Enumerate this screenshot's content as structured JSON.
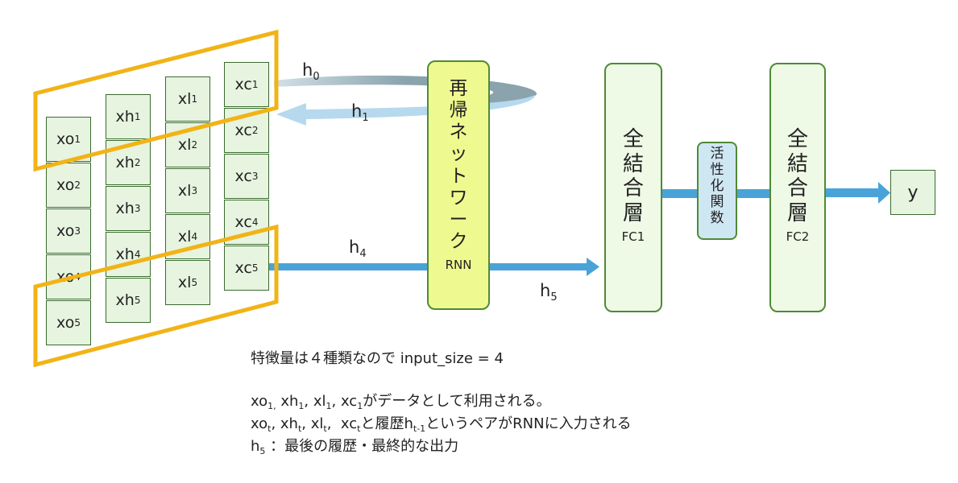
{
  "columns": {
    "xo": [
      "xo1",
      "xo2",
      "xo3",
      "xo4",
      "xo5"
    ],
    "xh": [
      "xh1",
      "xh2",
      "xh3",
      "xh4",
      "xh5"
    ],
    "xl": [
      "xl1",
      "xl2",
      "xl3",
      "xl4",
      "xl5"
    ],
    "xc": [
      "xc1",
      "xc2",
      "xc3",
      "xc4",
      "xc5"
    ]
  },
  "hidden_labels": {
    "h0": "h0",
    "h1": "h1",
    "h4": "h4",
    "h5": "h5"
  },
  "rnn": {
    "title_chars": [
      "再",
      "帰",
      "ネ",
      "ッ",
      "ト",
      "ワ",
      "ー",
      "ク"
    ],
    "sub": "RNN"
  },
  "fc1": {
    "title_chars": [
      "全",
      "結",
      "合",
      "層"
    ],
    "sub": "FC1"
  },
  "activation": {
    "chars": [
      "活",
      "性",
      "化",
      "関",
      "数"
    ]
  },
  "fc2": {
    "title_chars": [
      "全",
      "結",
      "合",
      "層"
    ],
    "sub": "FC2"
  },
  "output": {
    "label": "y"
  },
  "notes": {
    "line1": "特徴量は４種類なので input_size = 4",
    "line2_tail": "がデータとして利用される。",
    "line3_mid": "と履歴",
    "line3_tail": "というペアがRNNに入力される",
    "line4_tail": "：最後の履歴・最終的な出力"
  },
  "colors": {
    "cell_fill": "#e6f4e0",
    "cell_border": "#3a6b2e",
    "highlight": "#f2b316",
    "rnn_fill": "#eef98f",
    "fc_fill": "#eefae6",
    "activation_fill": "#cfe6f3",
    "arrow_blue": "#4aa3d8",
    "loop_gray": "#8aa3ad",
    "loop_light": "#b6d9ee"
  }
}
